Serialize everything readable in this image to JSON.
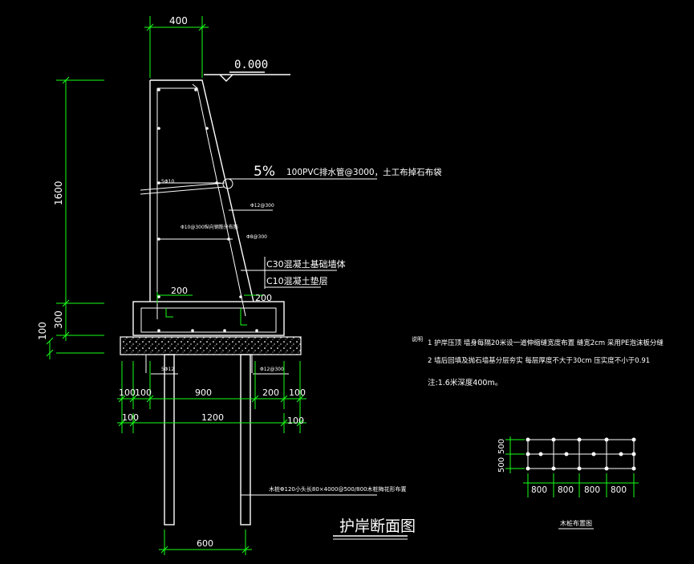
{
  "drawing_title": "护岸断面图",
  "elevation": "0.000",
  "dims": {
    "top_width": "400",
    "height_main": "1600",
    "height_300": "300",
    "height_100": "100",
    "toe_200_left": "200",
    "toe_200_right": "200",
    "bottom_100a": "100",
    "bottom_100b": "100",
    "bottom_900": "900",
    "bottom_200": "200",
    "bottom_100c": "100",
    "overall_100_left": "100",
    "overall_1200": "1200",
    "overall_100_right": "100",
    "pile_spacing": "600"
  },
  "annotations": {
    "slope": "5%",
    "drain_pipe": "100PVC排水管@3000，土工布掉石布袋",
    "rebar_top": "5Φ10",
    "rebar_mid": "Φ12@300",
    "rebar_dist": "Φ10@300纵向钢筋分布筋",
    "rebar_side": "Φ8@300",
    "c30": "C30混凝土基础墙体",
    "c10": "C10混凝土垫层",
    "rebar_left_bottom": "5Φ12",
    "rebar_right_bottom": "Φ12@300",
    "pile_note": "木桩Φ120小头长80×4000@500/800木桩梅花形布置"
  },
  "notes": {
    "heading": "说明",
    "line1": "1 护岸压顶  墙身每隔20米设一道伸缩缝宽度布置  缝宽2cm  采用PE泡沫板分缝",
    "line2": "2 墙后回填及抛石墙基分层夯实  每层厚度不大于30cm  压实度不小于0.91",
    "line3": "注:1.6米深度400m。"
  },
  "pile_layout": {
    "title": "木桩布置图",
    "dim_500a": "500",
    "dim_500b": "500",
    "col_dims": [
      "800",
      "800",
      "800",
      "800"
    ]
  },
  "colors": {
    "background": "#000000",
    "lines": "#ffffff",
    "dimensions": "#19ff19"
  }
}
